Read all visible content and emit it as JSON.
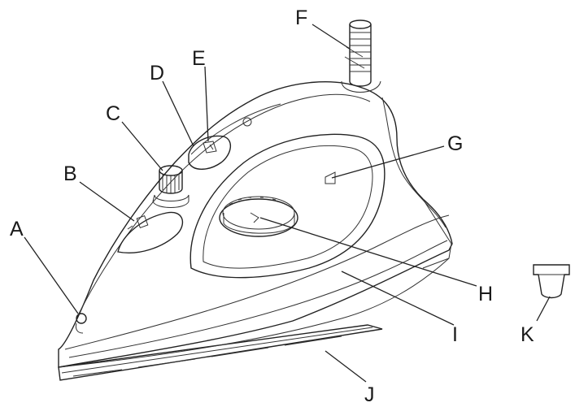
{
  "labels": {
    "a": "A",
    "b": "B",
    "c": "C",
    "d": "D",
    "e": "E",
    "f": "F",
    "g": "G",
    "h": "H",
    "i": "I",
    "j": "J",
    "k": "K"
  }
}
